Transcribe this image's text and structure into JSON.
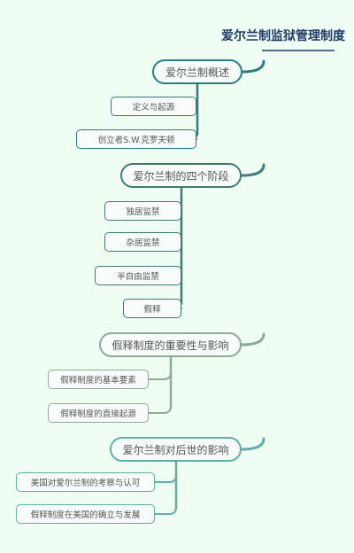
{
  "root": {
    "title": "爱尔兰制监狱管理制度"
  },
  "branches": [
    {
      "title": "爱尔兰制概述",
      "color": "#2a7f86",
      "children": [
        "定义与起源",
        "创立者S.W.克罗夫顿"
      ]
    },
    {
      "title": "爱尔兰制的四个阶段",
      "color": "#3f7c74",
      "children": [
        "独居监禁",
        "杂居监禁",
        "半自由监禁",
        "假释"
      ]
    },
    {
      "title": "假释制度的重要性与影响",
      "color": "#8faa98",
      "children": [
        "假释制度的基本要素",
        "假释制度的直接起源"
      ]
    },
    {
      "title": "爱尔兰制对后世的影响",
      "color": "#5fb0aa",
      "children": [
        "美国对爱尔兰制的考察与认可",
        "假释制度在美国的确立与发展"
      ]
    }
  ]
}
